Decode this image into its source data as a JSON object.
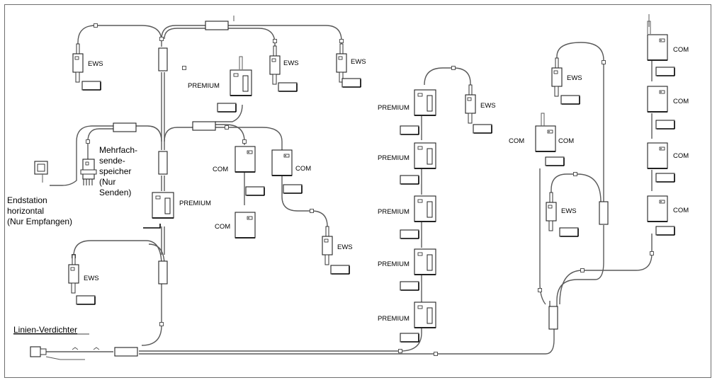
{
  "labels": {
    "ews": "EWS",
    "com": "COM",
    "premium": "PREMIUM",
    "mehrfach_line1": "Mehrfach-",
    "mehrfach_line2": "sende-",
    "mehrfach_line3": "speicher",
    "mehrfach_line4": "(Nur",
    "mehrfach_line5": "Senden)",
    "endstation_line1": "Endstation",
    "endstation_line2": "horizontal",
    "endstation_line3": "(Nur Empfangen)",
    "linien_verdichter": "Linien-Verdichter"
  }
}
